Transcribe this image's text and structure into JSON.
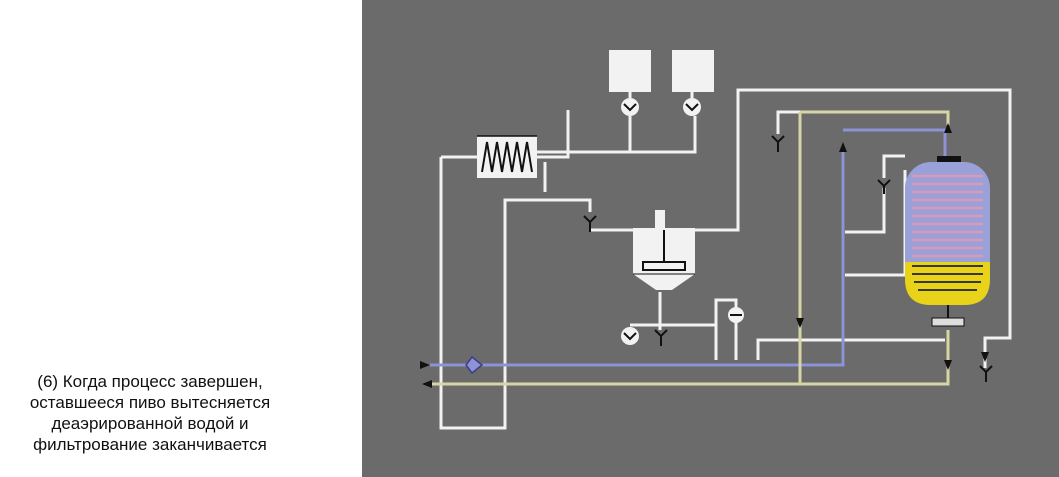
{
  "caption": {
    "lines": [
      "(6) Когда процесс завершен,",
      "оставшееся пиво вытесняется",
      "деаэрированной водой и",
      "фильтрование заканчивается"
    ]
  },
  "colors": {
    "panel_background": "#6b6b6b",
    "pipe_white": "#f2f2f2",
    "pipe_blue": "#8e92d6",
    "pipe_yellow": "#d8d6a0",
    "vessel_fill": "#9aa0d8",
    "vessel_filter_plates": "#d89ab8",
    "beer_level": "#e8d21a",
    "dosing_tank": "#f2f2f2",
    "valve_node": "#8e92d6"
  },
  "icons": {
    "heat_exchanger": "zigzag-coil-icon",
    "pump": "pump-chevron-icon",
    "drain": "drain-y-icon",
    "flow_arrow": "arrowhead-icon"
  }
}
